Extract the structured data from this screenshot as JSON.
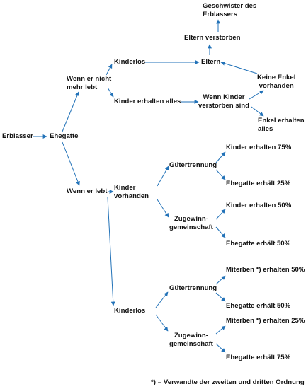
{
  "nodes": {
    "erblasser": "Erblasser",
    "ehegatte": "Ehegatte",
    "wenn_nicht_lebt": "Wenn er nicht\nmehr lebt",
    "kinderlos_top": "Kinderlos",
    "kinder_alles": "Kinder erhalten alles",
    "eltern": "Eltern",
    "eltern_verstorben": "Eltern verstorben",
    "geschwister": "Geschwister des\nErblassers",
    "wenn_kinder_verstorben": "Wenn Kinder\nverstorben sind",
    "keine_enkel": "Keine Enkel\nvorhanden",
    "enkel_alles": "Enkel erhalten\nalles",
    "wenn_lebt": "Wenn er lebt",
    "kinder_vorhanden": "Kinder\nvorhanden",
    "gueter1": "Gütertrennung",
    "kinder75": "Kinder erhalten 75%",
    "ehe25a": "Ehegatte erhält 25%",
    "zugewinn1": "Zugewinn-\ngemeinschaft",
    "kinder50": "Kinder erhalten 50%",
    "ehe50a": "Ehegatte erhält 50%",
    "kinderlos_bottom": "Kinderlos",
    "gueter2": "Gütertrennung",
    "miterben50": "Miterben *) erhalten 50%",
    "ehe50b": "Ehegatte erhält 50%",
    "zugewinn2": "Zugewinn-\ngemeinschaft",
    "miterben25": "Miterben *) erhalten 25%",
    "ehe75": "Ehegatte erhält 75%"
  },
  "footnote": "*) = Verwandte der zweiten und dritten Ordnung",
  "colors": {
    "arrow": "#2272b8",
    "text": "#111111"
  }
}
